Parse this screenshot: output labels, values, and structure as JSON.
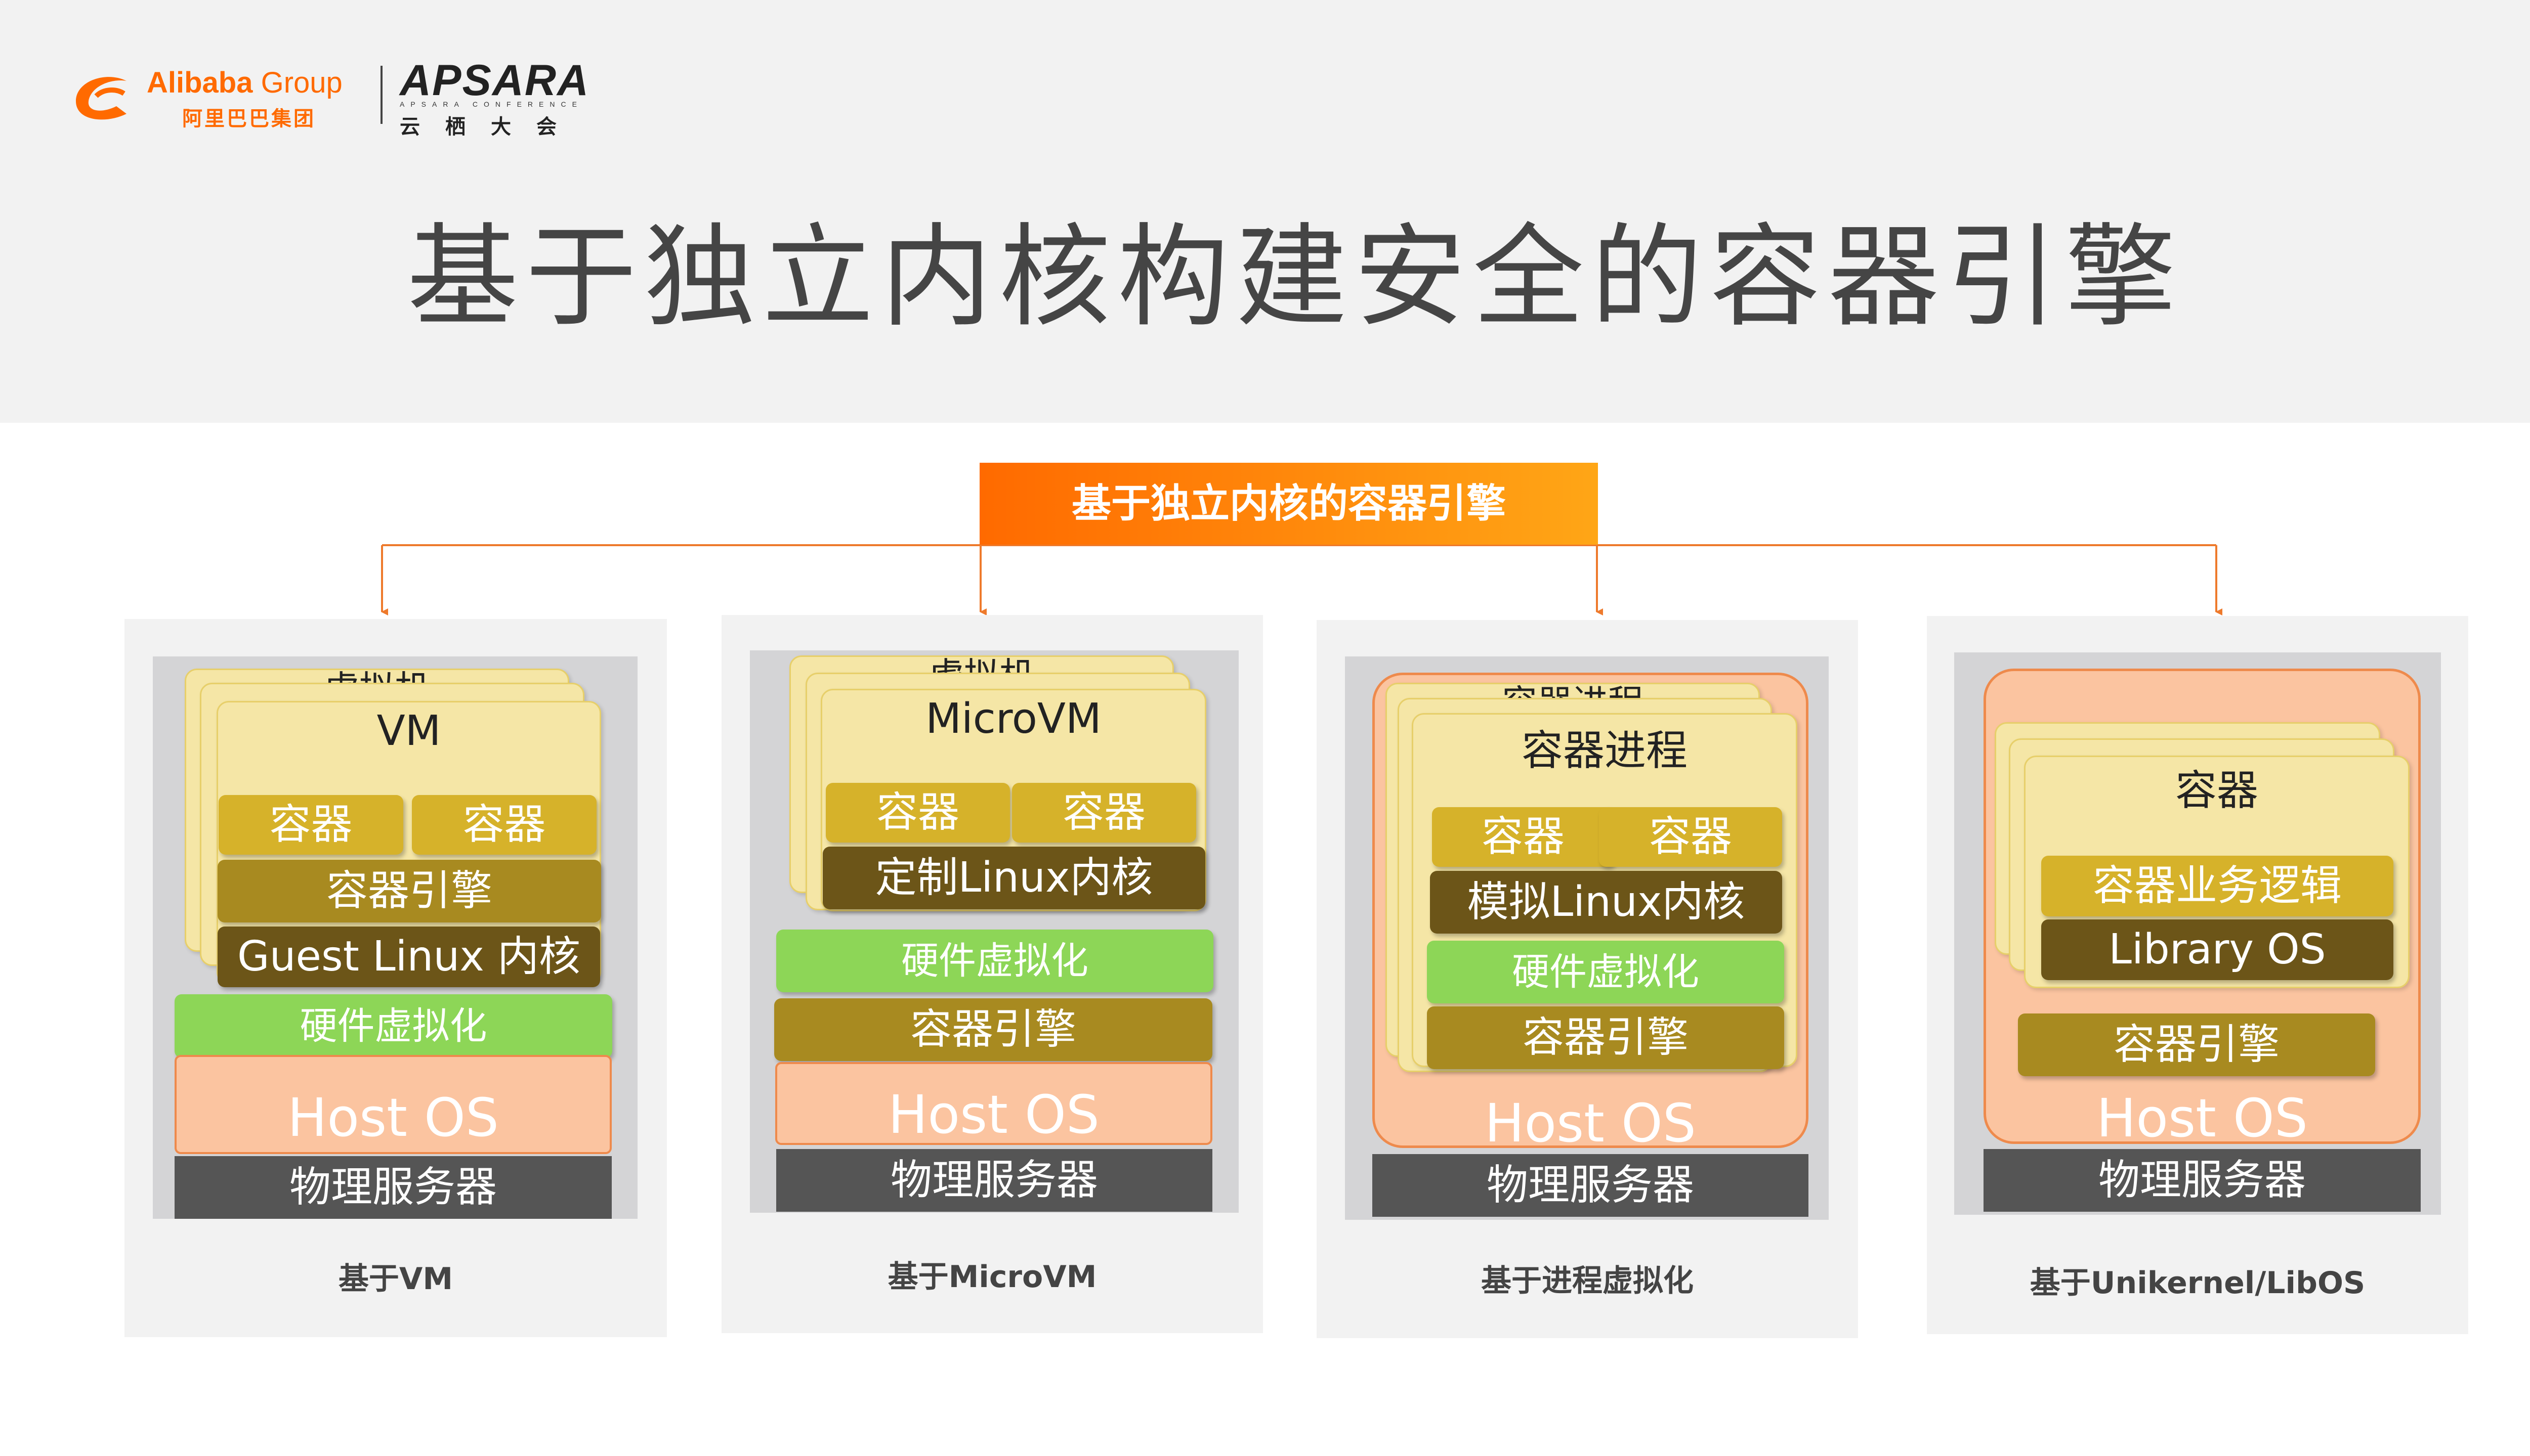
{
  "header": {
    "alibaba_text": "Alibaba",
    "group_text": " Group",
    "alibaba_cn": "阿里巴巴集团",
    "apsara_text": "APSARA",
    "apsara_sub": "APSARA CONFERENCE",
    "apsara_cn": "云栖大会",
    "title": "基于独立内核构建安全的容器引擎"
  },
  "root": {
    "label": "基于独立内核的容器引擎"
  },
  "colors": {
    "accent": "#ff6a00",
    "accent_end": "#ffa616",
    "container": "#d6b22a",
    "engine": "#a88a20",
    "kernel": "#6c5518",
    "hardware_virt": "#8dd657",
    "host_os": "#fbc4a0",
    "physical": "#555555"
  },
  "panels": [
    {
      "caption": "基于VM",
      "card_title": "VM",
      "back_title": "虚拟机",
      "container_a": "容器",
      "container_b": "容器",
      "engine": "容器引擎",
      "kernel": "Guest Linux 内核",
      "hw": "硬件虚拟化",
      "host_os": "Host OS",
      "physical": "物理服务器"
    },
    {
      "caption": "基于MicroVM",
      "card_title": "MicroVM",
      "back_title": "虚拟机",
      "container_a": "容器",
      "container_b": "容器",
      "kernel": "定制Linux内核",
      "hw": "硬件虚拟化",
      "engine": "容器引擎",
      "host_os": "Host OS",
      "physical": "物理服务器"
    },
    {
      "caption": "基于进程虚拟化",
      "card_title": "容器进程",
      "back_title": "容器进程",
      "container_a": "容器",
      "container_b": "容器",
      "kernel": "模拟Linux内核",
      "hw": "硬件虚拟化",
      "engine": "容器引擎",
      "host_os": "Host OS",
      "physical": "物理服务器"
    },
    {
      "caption": "基于Unikernel/LibOS",
      "card_title": "容器",
      "logic": "容器业务逻辑",
      "libos": "Library OS",
      "engine": "容器引擎",
      "host_os": "Host OS",
      "physical": "物理服务器"
    }
  ]
}
